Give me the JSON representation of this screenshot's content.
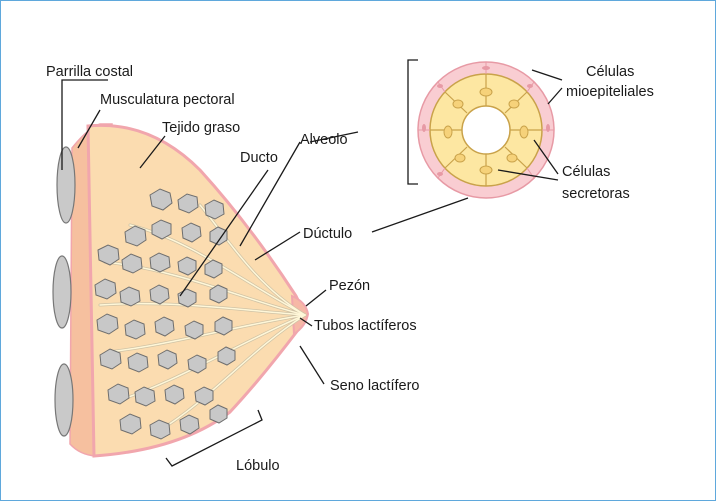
{
  "labels": {
    "parrilla_costal": "Parrilla costal",
    "musculatura_pectoral": "Musculatura pectoral",
    "tejido_graso": "Tejido graso",
    "ducto": "Ducto",
    "alveolo": "Alveolo",
    "ductulo": "Dúctulo",
    "pezon": "Pezón",
    "tubos_lactiferos": "Tubos lactíferos",
    "seno_lactifero": "Seno lactífero",
    "lobulo": "Lóbulo",
    "celulas_mioepiteliales_line1": "Células",
    "celulas_mioepiteliales_line2": "mioepiteliales",
    "celulas_secretoras_line1": "Células",
    "celulas_secretoras_line2": "secretoras"
  },
  "colors": {
    "frame_border": "#5fa8dc",
    "fat_tissue": "#fbdcb0",
    "skin_outline": "#f1a6ad",
    "muscle": "#f6c09f",
    "rib": "#c9c9c9",
    "lobule": "#c8c8c8",
    "duct": "#fff7d8",
    "secretory_cell": "#fde7a2",
    "myoepithelial_cell": "#f9cdd2"
  }
}
